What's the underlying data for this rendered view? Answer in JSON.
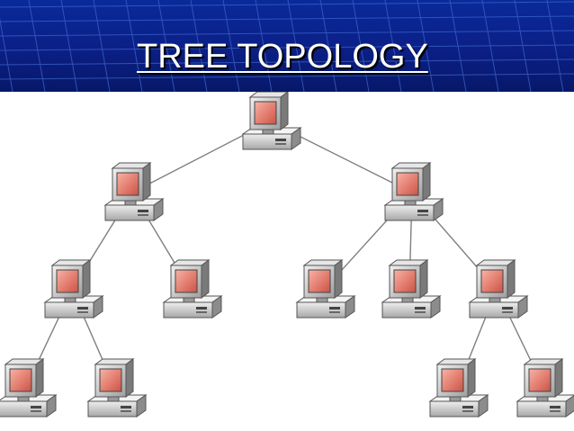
{
  "slide": {
    "title": "TREE TOPOLOGY"
  },
  "colors": {
    "banner_dark": "#0b1f86",
    "banner_grid": "#3d63c9",
    "title_text": "#ffffff",
    "screen": "#e0786a",
    "computer_body": "#c9c9c9",
    "link_line": "#7f7f7f"
  },
  "diagram": {
    "node_icon": "desktop-computer-icon",
    "nodes": [
      {
        "id": "root",
        "level": 0
      },
      {
        "id": "l1-left",
        "level": 1,
        "parent": "root"
      },
      {
        "id": "l1-right",
        "level": 1,
        "parent": "root"
      },
      {
        "id": "l2-a",
        "level": 2,
        "parent": "l1-left"
      },
      {
        "id": "l2-b",
        "level": 2,
        "parent": "l1-left"
      },
      {
        "id": "l2-c",
        "level": 2,
        "parent": "l1-right"
      },
      {
        "id": "l2-d",
        "level": 2,
        "parent": "l1-right"
      },
      {
        "id": "l2-e",
        "level": 2,
        "parent": "l1-right"
      },
      {
        "id": "l3-a",
        "level": 3,
        "parent": "l2-a"
      },
      {
        "id": "l3-b",
        "level": 3,
        "parent": "l2-a"
      },
      {
        "id": "l3-c",
        "level": 3,
        "parent": "l2-e"
      },
      {
        "id": "l3-d",
        "level": 3,
        "parent": "l2-e"
      }
    ]
  }
}
